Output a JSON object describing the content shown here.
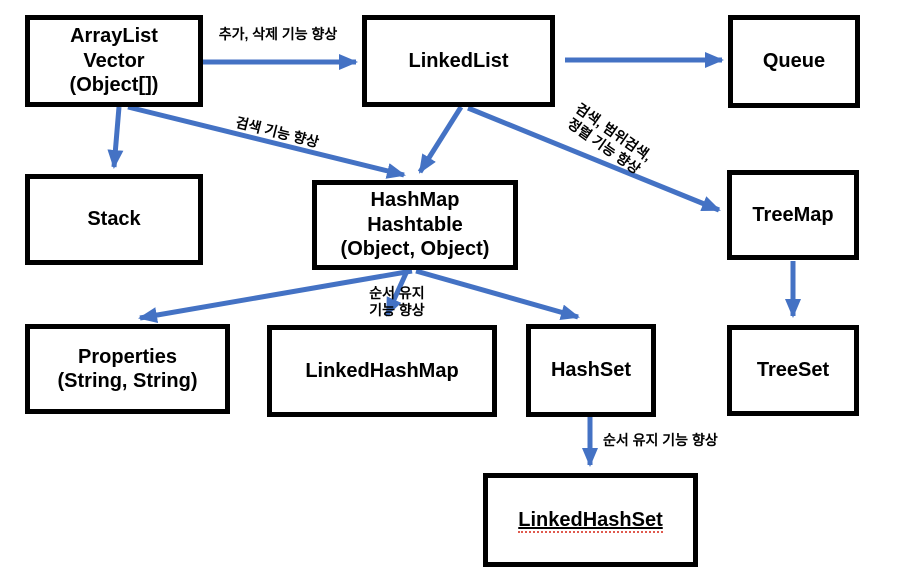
{
  "diagram": {
    "title": "Java collection classes feature-improvement diagram",
    "nodes": {
      "arraylist": {
        "lines": [
          "ArrayList",
          "Vector",
          "(Object[])"
        ]
      },
      "linkedlist": {
        "lines": [
          "LinkedList"
        ]
      },
      "queue": {
        "lines": [
          "Queue"
        ]
      },
      "stack": {
        "lines": [
          "Stack"
        ]
      },
      "hashmap": {
        "lines": [
          "HashMap",
          "Hashtable",
          "(Object, Object)"
        ]
      },
      "treemap": {
        "lines": [
          "TreeMap"
        ]
      },
      "properties": {
        "lines": [
          "Properties",
          "(String, String)"
        ]
      },
      "linkedhashmap": {
        "lines": [
          "LinkedHashMap"
        ]
      },
      "hashset": {
        "lines": [
          "HashSet"
        ]
      },
      "treeset": {
        "lines": [
          "TreeSet"
        ]
      },
      "linkedhashset": {
        "lines": [
          "LinkedHashSet"
        ]
      }
    },
    "edge_labels": {
      "add_delete": "추가, 삭제 기능 향상",
      "search": "검색 기능 향상",
      "search_range_line1": "검색, 범위검색,",
      "search_range_line2": "정렬 기능 향상",
      "order_keep_line1": "순서 유지",
      "order_keep_line2": "기능 향상",
      "order_keep_set": "순서 유지 기능 향상"
    },
    "edges": [
      {
        "from": "ArrayList/Vector",
        "to": "LinkedList",
        "label": "추가, 삭제 기능 향상"
      },
      {
        "from": "LinkedList",
        "to": "Queue",
        "label": ""
      },
      {
        "from": "ArrayList/Vector",
        "to": "Stack",
        "label": ""
      },
      {
        "from": "ArrayList/Vector",
        "to": "HashMap/Hashtable",
        "label": "검색 기능 향상"
      },
      {
        "from": "LinkedList",
        "to": "HashMap/Hashtable",
        "label": ""
      },
      {
        "from": "LinkedList",
        "to": "TreeMap",
        "label": "검색, 범위검색, 정렬 기능 향상"
      },
      {
        "from": "TreeMap",
        "to": "TreeSet",
        "label": ""
      },
      {
        "from": "HashMap/Hashtable",
        "to": "Properties",
        "label": ""
      },
      {
        "from": "HashMap/Hashtable",
        "to": "LinkedHashMap",
        "label": "순서 유지 기능 향상"
      },
      {
        "from": "HashMap/Hashtable",
        "to": "HashSet",
        "label": ""
      },
      {
        "from": "HashSet",
        "to": "LinkedHashSet",
        "label": "순서 유지 기능 향상"
      }
    ],
    "colors": {
      "arrow": "#4472C4",
      "border": "#000000",
      "background": "#ffffff"
    }
  }
}
